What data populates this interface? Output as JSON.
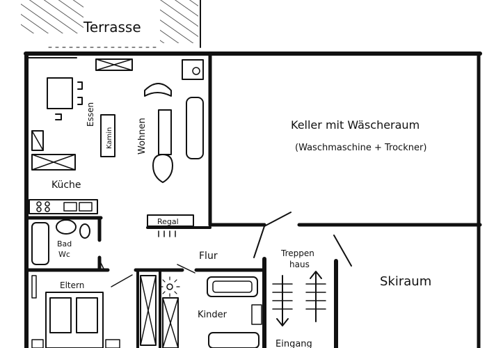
{
  "labels": {
    "terrace": "Terrasse",
    "cellar_line1": "Keller mit Wäscheraum",
    "cellar_line2": "(Waschmaschine + Trockner)",
    "living": "Wohnen",
    "dining": "Essen",
    "fireplace": "Kamin",
    "kitchen": "Küche",
    "shelf": "Regal",
    "bath_line1": "Bad",
    "bath_line2": "Wc",
    "hall": "Flur",
    "stairwell_line1": "Treppen",
    "stairwell_line2": "haus",
    "ski_room": "Skiraum",
    "parents": "Eltern",
    "children": "Kinder",
    "entrance": "Eingang"
  }
}
